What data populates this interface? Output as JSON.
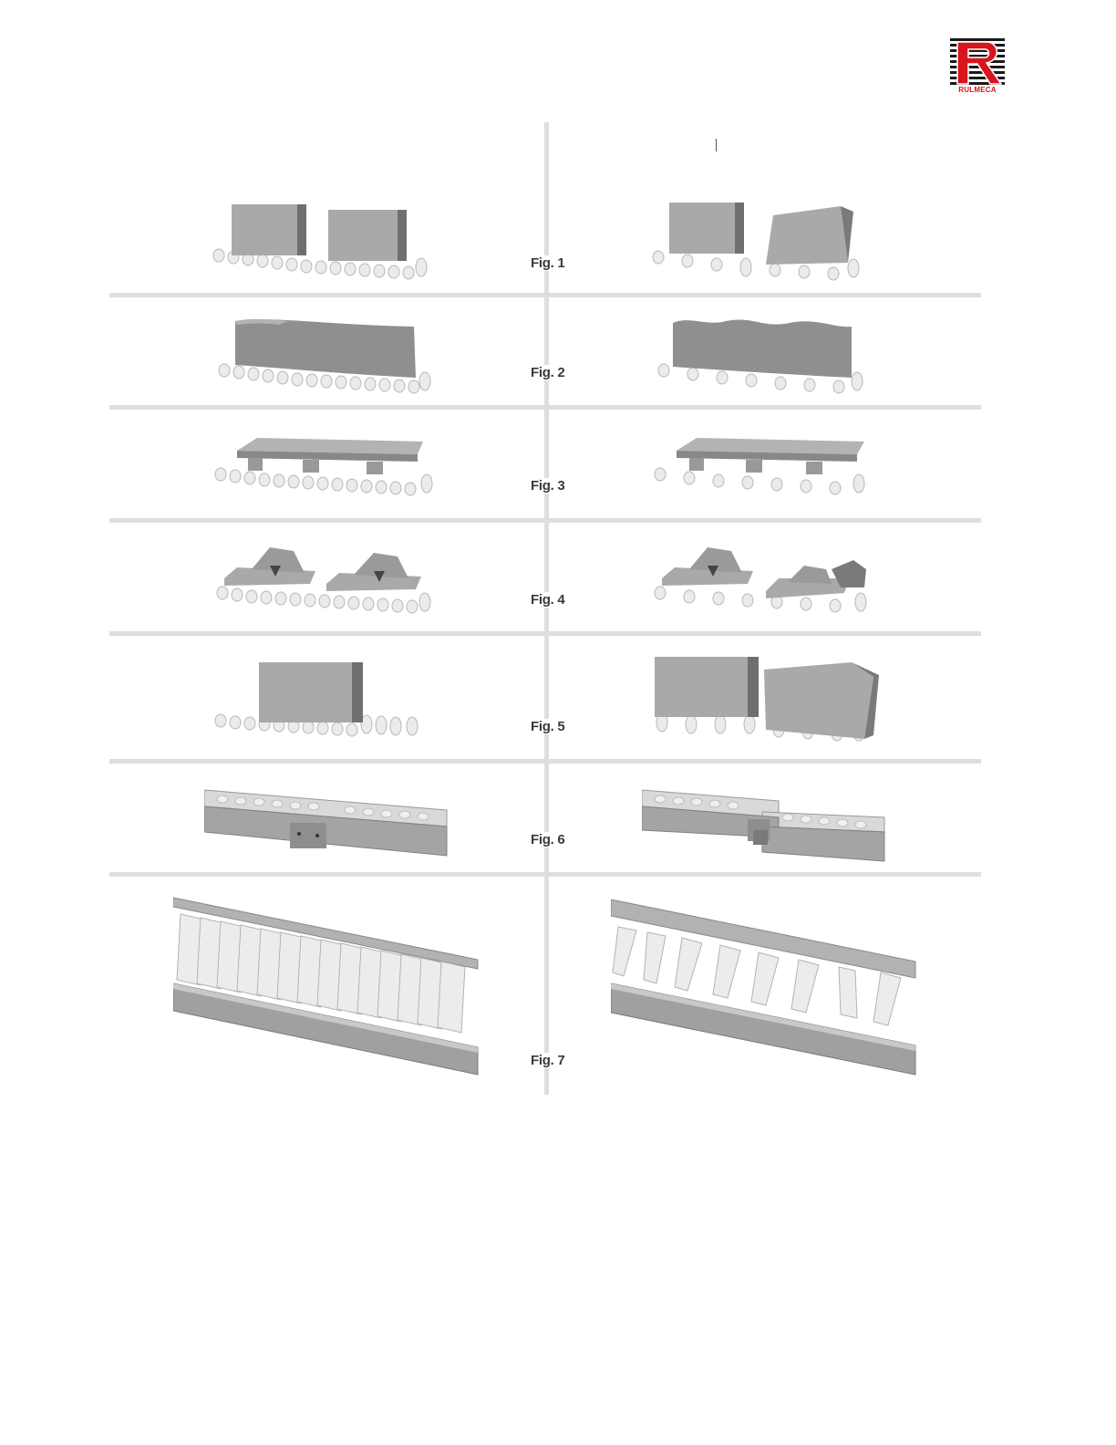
{
  "brand": {
    "name": "RULMECA",
    "colors": {
      "red": "#d8141c",
      "black": "#1a1a1a"
    }
  },
  "figures": [
    {
      "id": 1,
      "caption": "Fig. 1"
    },
    {
      "id": 2,
      "caption": "Fig. 2"
    },
    {
      "id": 3,
      "caption": "Fig. 3"
    },
    {
      "id": 4,
      "caption": "Fig. 4"
    },
    {
      "id": 5,
      "caption": "Fig. 5"
    },
    {
      "id": 6,
      "caption": "Fig. 6"
    },
    {
      "id": 7,
      "caption": "Fig. 7"
    }
  ],
  "colors": {
    "rule": "#dedede",
    "box": "#a9a9a9",
    "roller": "#e9e9e9",
    "frame": "#9a9a9a"
  }
}
